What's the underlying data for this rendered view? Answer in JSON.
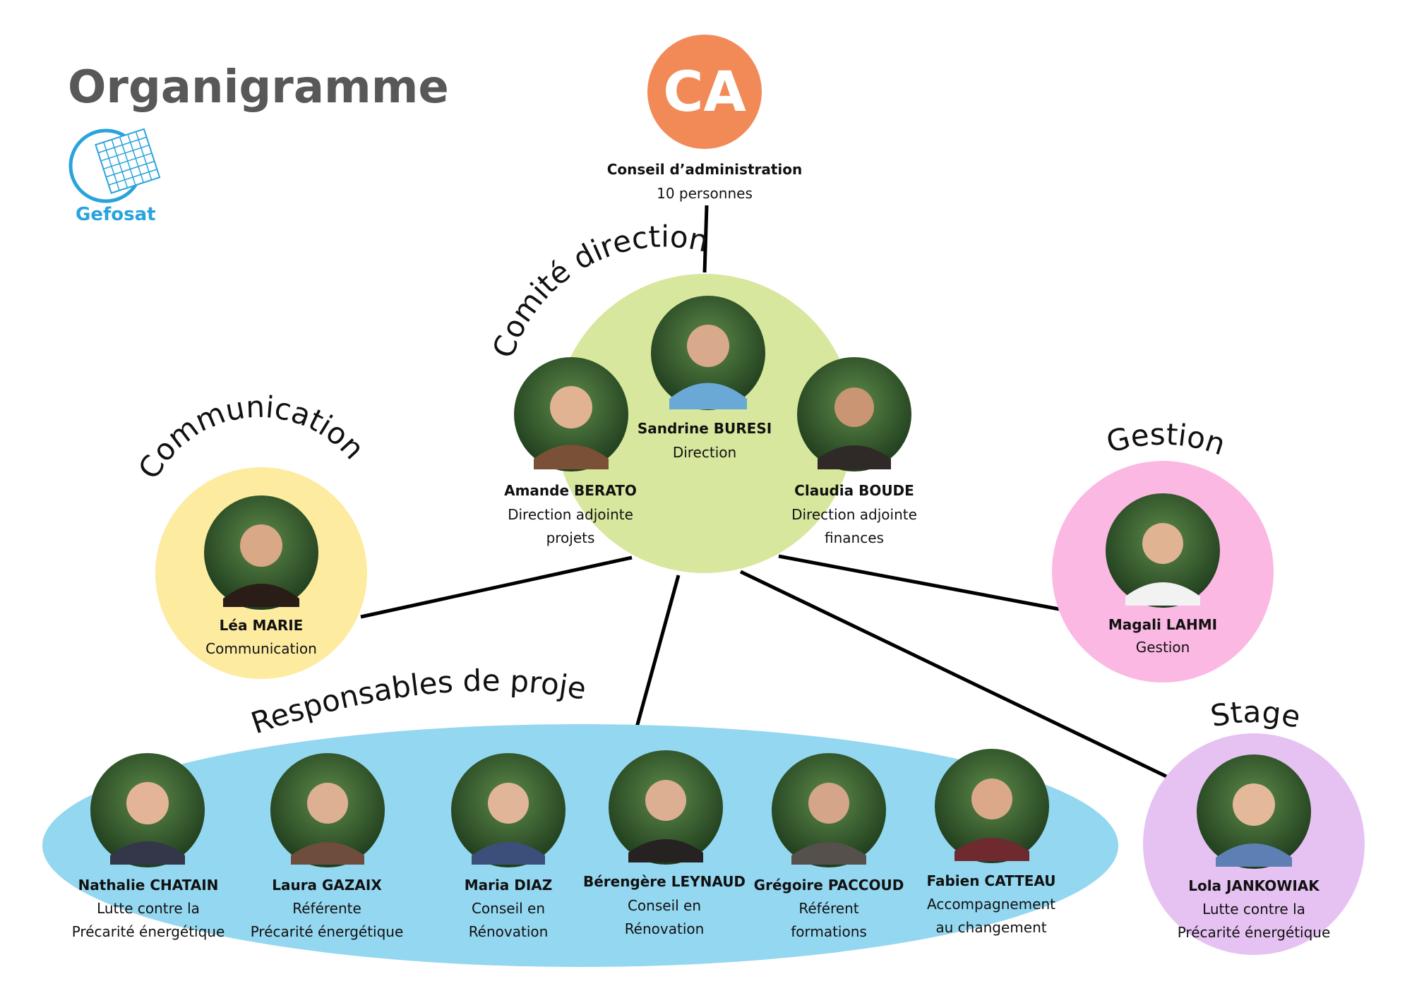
{
  "page": {
    "title": "Organigramme",
    "logo_text": "Gefosat"
  },
  "colors": {
    "ca": "#f28a58",
    "comite": "#d7e79d",
    "communication": "#fdeba0",
    "gestion": "#fbb8e3",
    "stage": "#e6c2f3",
    "responsables": "#94d7f0",
    "logo": "#29a3dc",
    "line": "#000000"
  },
  "ca": {
    "initials": "CA",
    "name": "Conseil d’administration",
    "detail": "10 personnes"
  },
  "groups": {
    "comite": "Comité direction",
    "communication": "Communication",
    "gestion": "Gestion",
    "stage": "Stage",
    "responsables": "Responsables de projets"
  },
  "people": {
    "sandrine": {
      "name": "Sandrine BURESI",
      "role": [
        "Direction"
      ]
    },
    "amande": {
      "name": "Amande BERATO",
      "role": [
        "Direction adjointe",
        "projets"
      ]
    },
    "claudia": {
      "name": "Claudia BOUDE",
      "role": [
        "Direction adjointe",
        "finances"
      ]
    },
    "lea": {
      "name": "Léa MARIE",
      "role": [
        "Communication"
      ]
    },
    "magali": {
      "name": "Magali LAHMI",
      "role": [
        "Gestion"
      ]
    },
    "lola": {
      "name": "Lola JANKOWIAK",
      "role": [
        "Lutte contre la",
        "Précarité énergétique"
      ]
    },
    "nathalie": {
      "name": "Nathalie CHATAIN",
      "role": [
        "Lutte contre la",
        "Précarité énergétique"
      ]
    },
    "laura": {
      "name": "Laura GAZAIX",
      "role": [
        "Référente",
        "Précarité énergétique"
      ]
    },
    "maria": {
      "name": "Maria DIAZ",
      "role": [
        "Conseil en",
        "Rénovation"
      ]
    },
    "berengere": {
      "name": "Bérengère LEYNAUD",
      "role": [
        "Conseil en",
        "Rénovation"
      ]
    },
    "gregoire": {
      "name": "Grégoire PACCOUD",
      "role": [
        "Référent",
        "formations"
      ]
    },
    "fabien": {
      "name": "Fabien CATTEAU",
      "role": [
        "Accompagnement",
        "au changement"
      ]
    }
  }
}
